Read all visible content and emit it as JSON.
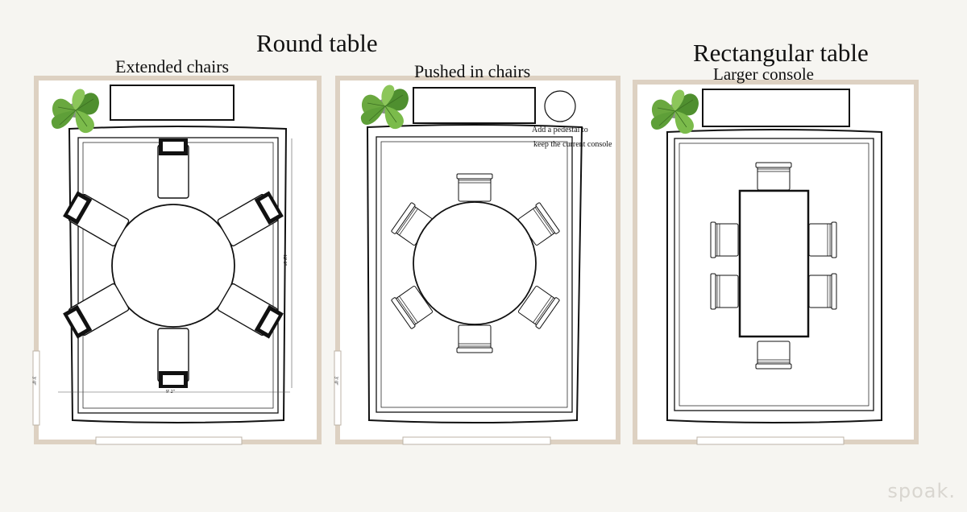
{
  "titles": {
    "round_table": "Round table",
    "rectangular_table": "Rectangular table"
  },
  "subtitles": {
    "extended_chairs": "Extended chairs",
    "pushed_in_chairs": "Pushed in chairs",
    "larger_console": "Larger console"
  },
  "notes": {
    "pedestal_line1": "Add a pedestal to",
    "pedestal_line2": "keep the current console"
  },
  "dimensions": {
    "rug_width": "9' 2\"",
    "left_wall": "3' 0\"",
    "left_wall_2": "3' 0\"",
    "rug_length": "12' 0\""
  },
  "brand": "spoak.",
  "colors": {
    "background": "#f6f5f1",
    "wall": "#ddd1c2",
    "line": "#111111",
    "plant": "#5a9a3a"
  },
  "icons": {
    "plant": "monstera-plant-icon",
    "chair": "dining-chair-icon",
    "pedestal": "round-pedestal-icon"
  }
}
